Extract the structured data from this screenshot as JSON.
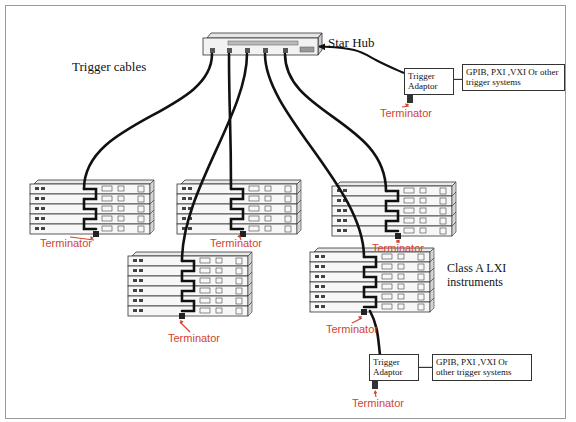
{
  "diagram": {
    "nodes": [
      {
        "text": [
          "Star Hub"
        ]
      },
      {
        "text": [
          "Trigger Adaptor"
        ]
      },
      {
        "text": [
          "GPIB, PXI ,VXI Or other trigger systems"
        ]
      },
      {
        "text": [
          "Trigger Adaptor"
        ]
      },
      {
        "text": [
          "GPIB, PXI ,VXI Or other trigger systems"
        ]
      }
    ],
    "edges": [
      {
        "from": 1,
        "to": 0,
        "arrow": "to"
      },
      {
        "from": 1,
        "to": 2,
        "arrow": "none"
      },
      {
        "from": 3,
        "to": 4,
        "arrow": "none"
      }
    ],
    "labels": [
      "Trigger cables",
      "Terminator",
      "Terminator",
      "Terminator",
      "Terminator",
      "Class A LXI instruments",
      "Terminator",
      "Terminator",
      "Terminator"
    ]
  }
}
